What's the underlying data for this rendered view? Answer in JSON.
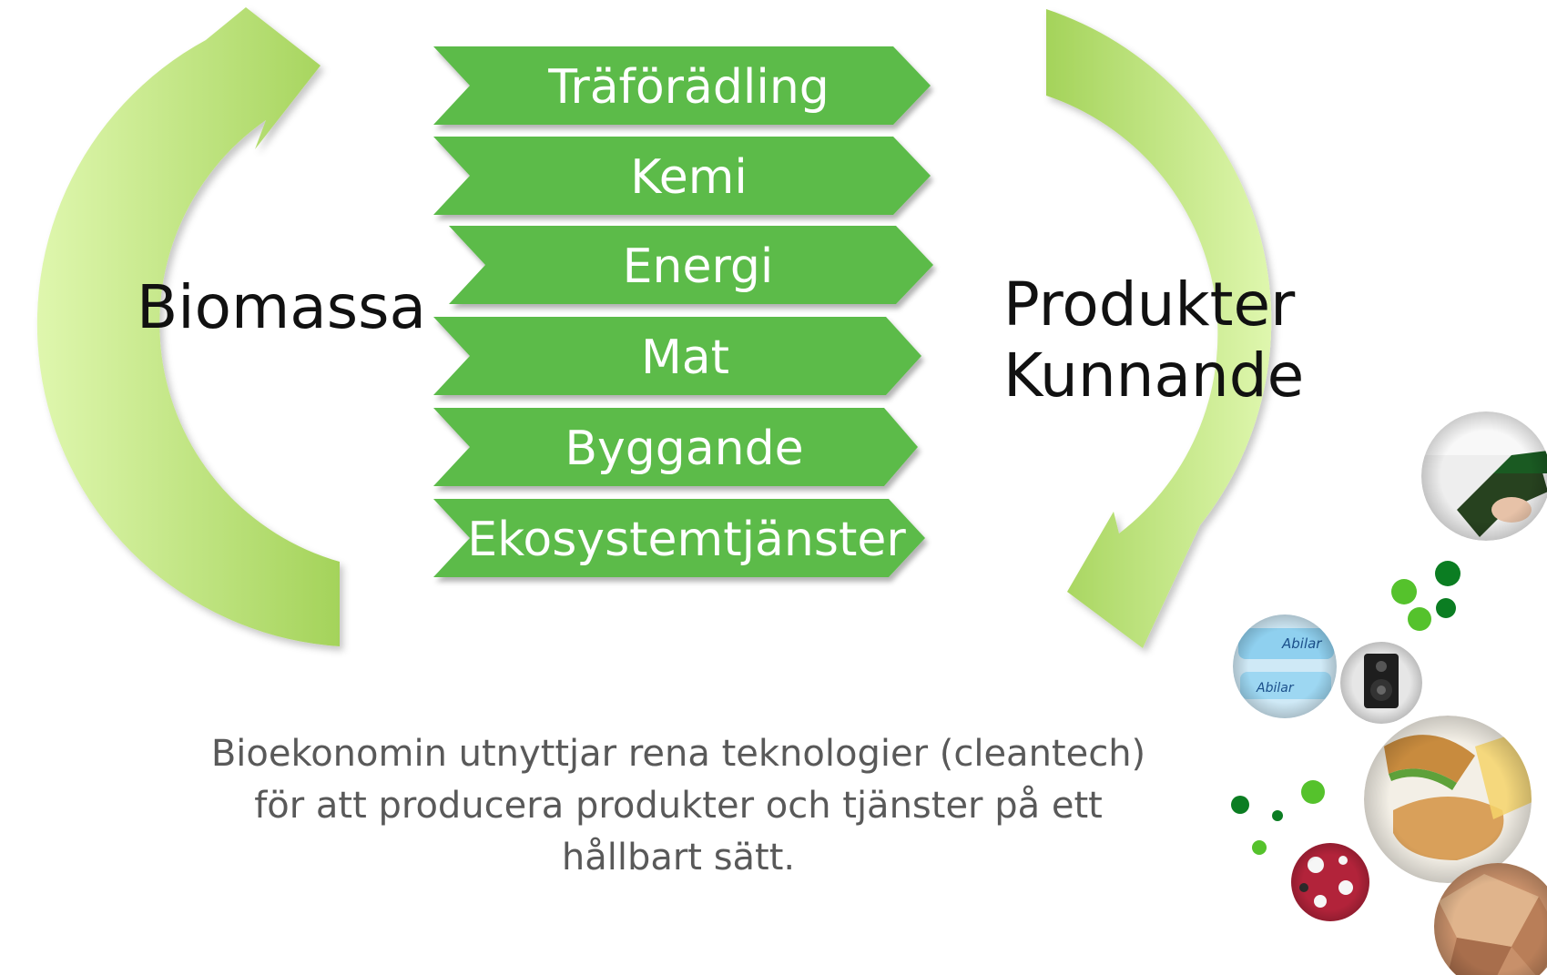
{
  "left_label": "Biomassa",
  "right_label": [
    "Produkter",
    "Kunnande"
  ],
  "sectors": [
    "Träförädling",
    "Kemi",
    "Energi",
    "Mat",
    "Byggande",
    "Ekosystemtjänster"
  ],
  "caption": "Bioekonomin utnyttjar rena teknologier (cleantech) för att producera produkter och tjänster på ett hållbart sätt.",
  "product_photos": [
    "fuel-nozzle",
    "abilar-ointment",
    "speaker",
    "sandwich",
    "hawaiian-shirt",
    "wood-veneer"
  ],
  "colors": {
    "chevron": "#5cbb4a",
    "arrow_light": "#dff7ae",
    "arrow_mid": "#b7e27a",
    "arrow_dark": "#9bcb4a",
    "dot_dark": "#0b7d22",
    "dot_light": "#55c22c"
  }
}
